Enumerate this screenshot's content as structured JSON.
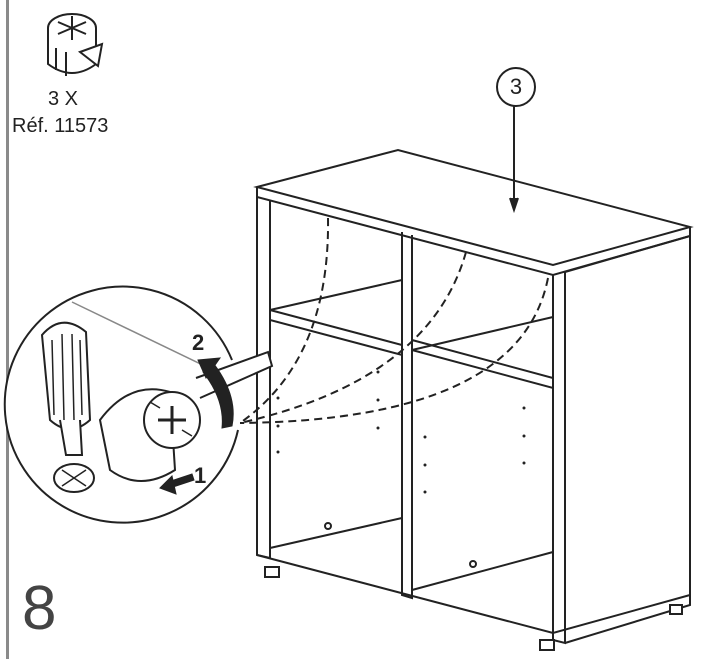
{
  "hardware": {
    "quantity": "3 X",
    "reference": "Réf. 11573",
    "icon": "cam-lock-fitting-icon"
  },
  "callout": {
    "number": "3"
  },
  "arrows": {
    "push_label": "1",
    "rotate_label": "2"
  },
  "step": {
    "number": "8"
  }
}
